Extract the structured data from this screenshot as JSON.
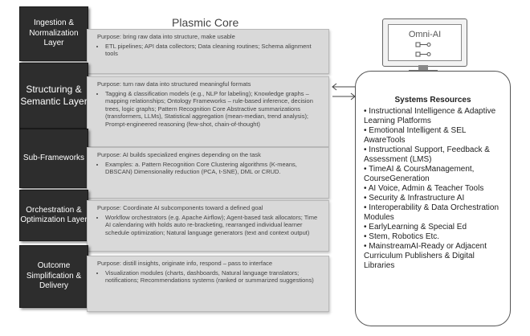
{
  "title": "Plasmic Core",
  "layers": [
    {
      "label": "Ingestion & Normalization Layer",
      "purpose": "Purpose: bring raw data into structure, make usable",
      "items": [
        "ETL pipelines; API data collectors; Data cleaning routines; Schema alignment tools"
      ]
    },
    {
      "label": "Structuring & Semantic Layer",
      "purpose": "Purpose: turn raw data into structured meaningful formats",
      "items": [
        "Tagging & classification models (e.g., NLP for labeling); Knowledge graphs – mapping relationships; Ontology Frameworks – rule-based inference, decision trees, logic graphs; Pattern Recognition Core Abstractive summarizations (transformers, LLMs), Statistical aggregation (mean-median, trend analysis); Prompt-engineered reasoning (few-shot, chain-of-thought)"
      ]
    },
    {
      "label": "Sub-Frameworks",
      "purpose": "Purpose: AI builds specialized engines depending on the task",
      "items": [
        "Examples: a. Pattern Recognition Core Clustering algorithms (K-means, DBSCAN) Dimensionality reduction (PCA, t-SNE), DML or CRUD."
      ]
    },
    {
      "label": "Orchestration & Optimization Layer",
      "purpose": "Purpose: Coordinate AI subcomponents toward a defined goal",
      "items": [
        "Workflow orchestrators (e.g. Apache Airflow); Agent-based task allocators; Time AI calendaring with holds auto re-bracketing, rearranged individual learner schedule optimization; Natural language generators (text and context output)"
      ]
    },
    {
      "label": "Outcome Simplification & Delivery",
      "purpose": "Purpose: distill insights, originate info, respond – pass to interface",
      "items": [
        "Visualization modules (charts, dashboards, Natural language translators; notifications; Recommendations systems (ranked or summarized suggestions)"
      ]
    }
  ],
  "system": {
    "brand": "Omni-AI",
    "title": "Systems Resources",
    "items": [
      "Instructional Intelligence & Adaptive Learning Platforms",
      "Emotional Intelligent & SEL AwareTools",
      "Instructional Support, Feedback & Assessment (LMS)",
      "TimeAI & CoursManagement, CourseGeneration",
      "AI Voice, Admin & Teacher Tools",
      "Security & Infrastructure AI",
      "Interoperability & Data Orchestration Modules",
      "EarlyLearning & Special Ed",
      "Stem, Robotics Etc.",
      "MainstreamAI-Ready or Adjacent Curriculum Publishers & Digital Libraries"
    ]
  }
}
